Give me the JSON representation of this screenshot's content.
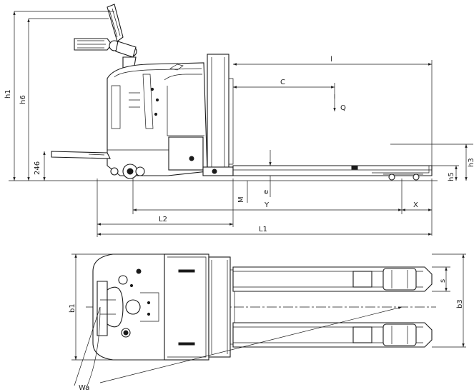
{
  "labels": {
    "h1": "h1",
    "h6": "h6",
    "d246": "246",
    "l": "l",
    "c": "C",
    "q": "Q",
    "h3": "h3",
    "h5": "h5",
    "m": "M",
    "e": "e",
    "y": "Y",
    "x": "X",
    "l2": "L2",
    "l1": "L1",
    "b1": "b1",
    "s": "s",
    "b3": "b3",
    "wa": "Wa"
  }
}
